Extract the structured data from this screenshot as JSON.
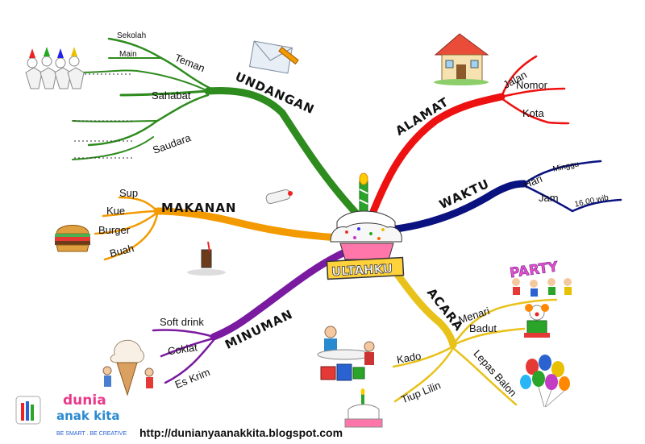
{
  "center": {
    "label": "ULTAHKU"
  },
  "branches": {
    "undangan": {
      "label": "UNDANGAN",
      "color": "#2e8b1e",
      "teman": "Teman",
      "sekolah": "Sekolah",
      "main": "Main",
      "sahabat": "Sahabat",
      "saudara": "Saudara"
    },
    "alamat": {
      "label": "ALAMAT",
      "color": "#ee1111",
      "jalan": "Jalan",
      "nomor": "Nomor",
      "kota": "Kota"
    },
    "waktu": {
      "label": "WAKTU",
      "color": "#0a1280",
      "hari": "Hari",
      "minggu": "Minggu",
      "jam": "Jam",
      "time": "16.00 wib"
    },
    "makanan": {
      "label": "MAKANAN",
      "color": "#f39a00",
      "sup": "Sup",
      "kue": "Kue",
      "burger": "Burger",
      "buah": "Buah"
    },
    "minuman": {
      "label": "MINUMAN",
      "color": "#7a1aa0",
      "soft": "Soft drink",
      "coklat": "Coklat",
      "eskrim": "Es Krim"
    },
    "acara": {
      "label": "ACARA",
      "color": "#e8c21a",
      "menari": "Menari",
      "badut": "Badut",
      "kado": "Kado",
      "lepas": "Lepas Balon",
      "tiup": "Tiup Lilin"
    }
  },
  "logo": {
    "line1": "dunia",
    "line2": "anak kita",
    "tagline": "BE SMART . BE CREATIVE"
  },
  "url": "http://dunianyaanakkita.blogspot.com",
  "party_sign": "PARTY"
}
